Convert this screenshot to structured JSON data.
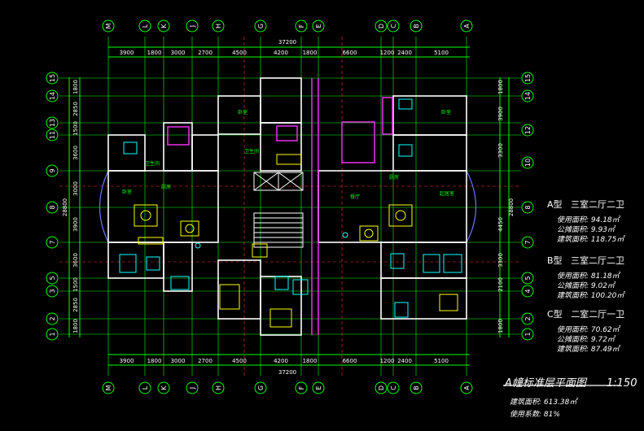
{
  "overall_dim": "37200",
  "top_dims": [
    "3900",
    "1800",
    "3000",
    "2700",
    "4500",
    "4200",
    "1800",
    "6600",
    "1200",
    "2400",
    "5100"
  ],
  "bottom_dims": [
    "3900",
    "1800",
    "3000",
    "2700",
    "4500",
    "4200",
    "1800",
    "6600",
    "1200",
    "2400",
    "5100"
  ],
  "col_axes": [
    "M",
    "L",
    "K",
    "J",
    "H",
    "G",
    "F",
    "E",
    "D",
    "C",
    "B",
    "A"
  ],
  "row_axes_left": [
    "15",
    "14",
    "13",
    "11",
    "9",
    "8",
    "7",
    "5",
    "3",
    "2",
    "1"
  ],
  "row_axes_right": [
    "15",
    "14",
    "12",
    "10",
    "8",
    "7",
    "5",
    "4",
    "2",
    "1"
  ],
  "left_dims": [
    "1800",
    "2850",
    "1500",
    "3600",
    "3000",
    "28800",
    "3900",
    "3600",
    "1500",
    "2850",
    "1800"
  ],
  "right_dims": [
    "1800",
    "3900",
    "3300",
    "28800",
    "4450",
    "3300",
    "2100",
    "1800"
  ],
  "units": [
    {
      "type": "A型",
      "desc": "三室二厅二卫",
      "rows": [
        "使用面积: 94.18㎡",
        "公摊面积: 9.93㎡",
        "建筑面积: 118.75㎡"
      ]
    },
    {
      "type": "B型",
      "desc": "三室二厅二卫",
      "rows": [
        "使用面积: 81.18㎡",
        "公摊面积: 9.02㎡",
        "建筑面积: 100.20㎡"
      ]
    },
    {
      "type": "C型",
      "desc": "二室二厅一卫",
      "rows": [
        "使用面积: 70.62㎡",
        "公摊面积: 9.72㎡",
        "建筑面积: 87.49㎡"
      ]
    }
  ],
  "plan_title": "A幢标准层平面图",
  "scale": "1:150",
  "summary": [
    "建筑面积: 613.38㎡",
    "使用系数: 81%"
  ]
}
